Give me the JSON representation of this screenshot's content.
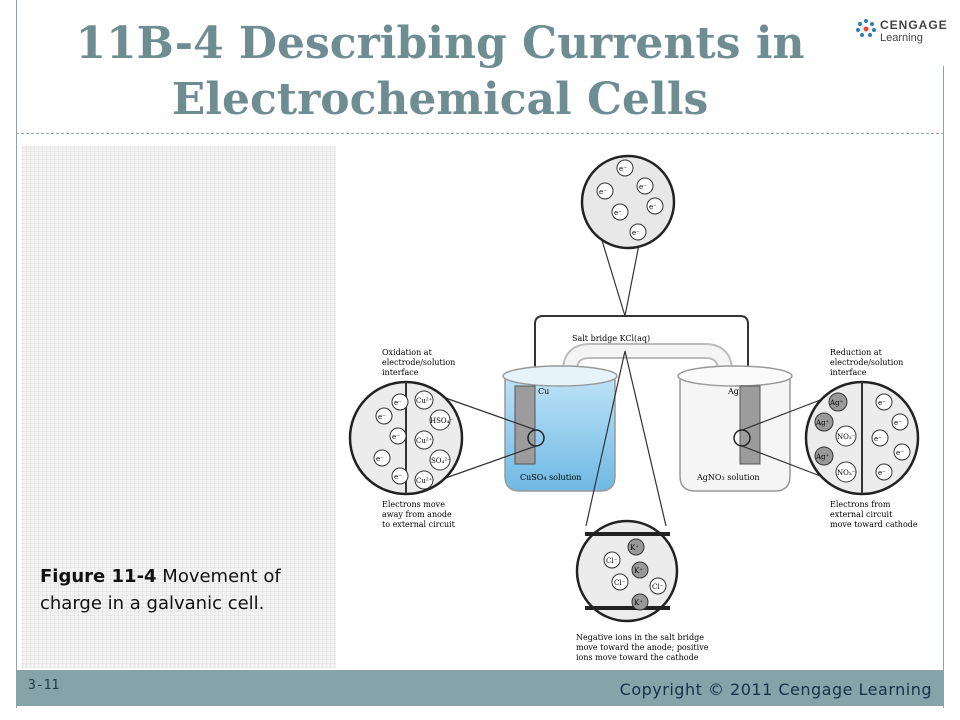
{
  "slide": {
    "title_line1": "11B-4 Describing Currents in",
    "title_line2": "Electrochemical Cells",
    "logo_word1": "CENGAGE",
    "logo_word2": "Learning",
    "caption_bold": "Figure 11-4",
    "caption_rest": " Movement of charge in a galvanic cell.",
    "page_number": "3-11",
    "copyright": "Copyright © 2011 Cengage Learning"
  },
  "figure": {
    "salt_bridge_label": "Salt bridge KCl(aq)",
    "left_electrode": "Cu",
    "right_electrode": "Ag",
    "left_solution": "CuSO₄ solution",
    "right_solution": "AgNO₃ solution",
    "left_top_label": [
      "Oxidation at",
      "electrode/solution",
      "interface"
    ],
    "left_bottom_label": [
      "Electrons move",
      "away from anode",
      "to external circuit"
    ],
    "right_top_label": [
      "Reduction at",
      "electrode/solution",
      "interface"
    ],
    "right_bottom_label": [
      "Electrons from",
      "external circuit",
      "move toward cathode"
    ],
    "bottom_label": [
      "Negative ions in the salt bridge",
      "move toward the anode; positive",
      "ions move toward the cathode"
    ],
    "electron": "e⁻",
    "left_ions": [
      "Cu²⁺",
      "HSO₄⁻",
      "Cu²⁺",
      "SO₄²⁻",
      "Cu²⁺"
    ],
    "right_ions": [
      "Ag⁺",
      "Ag⁺",
      "NO₃⁻",
      "Ag⁺",
      "NO₃⁻"
    ],
    "bridge_ions": [
      "K⁺",
      "Cl⁻",
      "K⁺",
      "Cl⁻",
      "Cl⁻",
      "K⁺"
    ]
  }
}
